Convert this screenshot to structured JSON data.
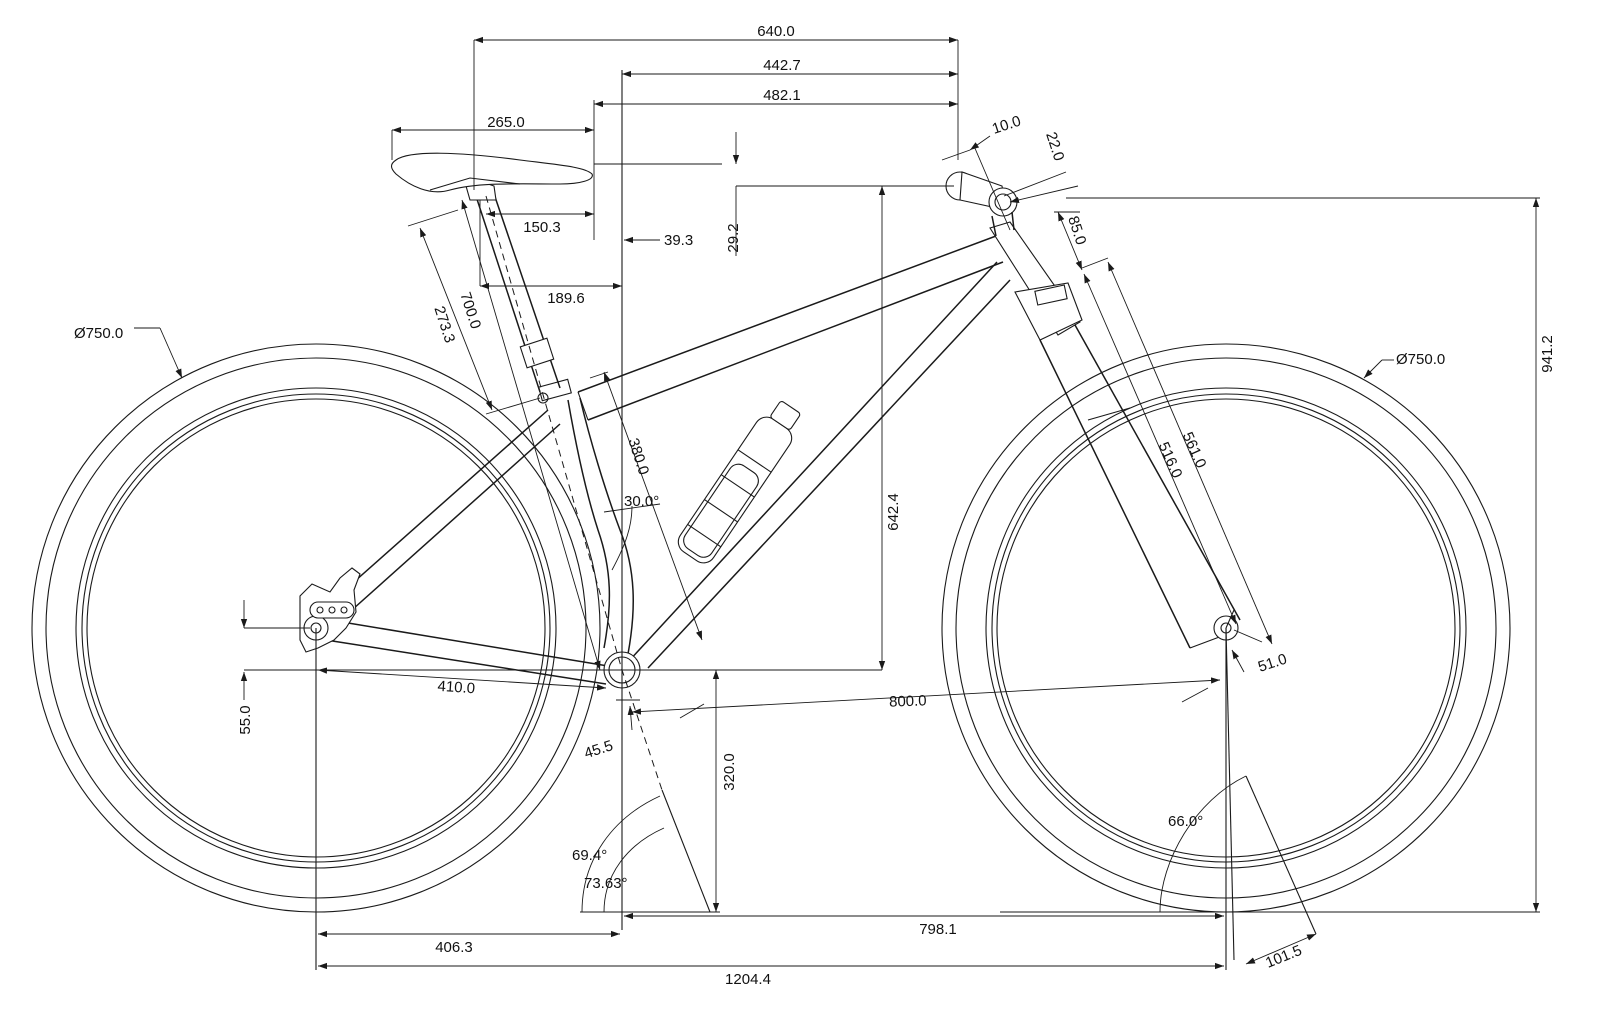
{
  "labels": {
    "top_640": "640.0",
    "reach_442": "442.7",
    "len_482": "482.1",
    "saddle_265": "265.0",
    "setback_150": "150.3",
    "offset_39": "39.3",
    "offset_189": "189.6",
    "height_29": "29.2",
    "spacer_10": "10.0",
    "stem_22": "22.0",
    "headtube_85": "85.0",
    "seat_273": "273.3",
    "seat_700": "700.0",
    "seattube_380": "380.0",
    "angle_30": "30.0°",
    "stack_642": "642.4",
    "fork_561": "561.0",
    "fork_516": "516.0",
    "offset_51": "51.0",
    "wheel_rear": "Ø750.0",
    "wheel_front": "Ø750.0",
    "height_941": "941.2",
    "chainstay_410": "410.0",
    "drop_55": "55.0",
    "wheelbase_800": "800.0",
    "bbdrop_45": "45.5",
    "bbheight_320": "320.0",
    "headangle_66": "66.0°",
    "seatangle_69": "69.4°",
    "seatangle_73": "73.63°",
    "front_798": "798.1",
    "rear_406": "406.3",
    "total_1204": "1204.4",
    "trail_101": "101.5"
  }
}
